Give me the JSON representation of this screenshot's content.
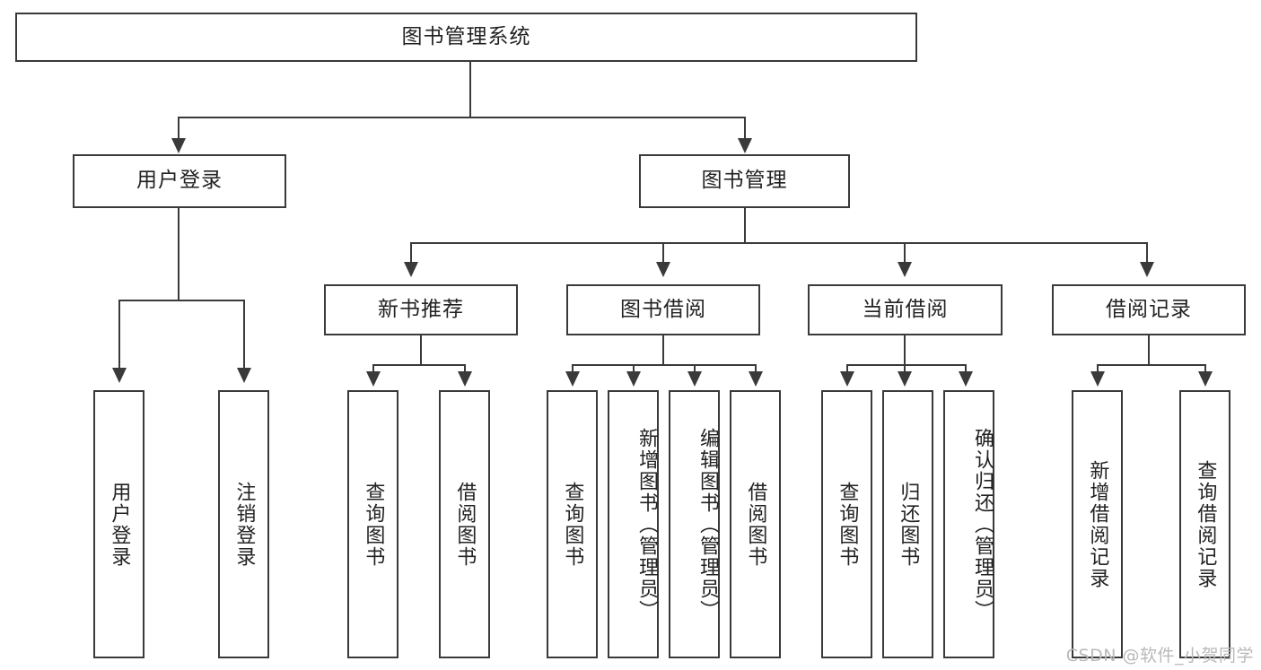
{
  "diagram": {
    "title": "图书管理系统",
    "type": "hierarchy-tree",
    "watermark": "CSDN @软件_小贺同学",
    "colors": {
      "stroke": "#3a3a3a",
      "fill": "#ffffff",
      "text": "#222222",
      "watermark": "#b9b9b9"
    },
    "levels": {
      "root": {
        "label": "图书管理系统"
      },
      "level2": [
        {
          "label": "用户登录"
        },
        {
          "label": "图书管理"
        }
      ],
      "level3": [
        {
          "label": "新书推荐"
        },
        {
          "label": "图书借阅"
        },
        {
          "label": "当前借阅"
        },
        {
          "label": "借阅记录"
        }
      ],
      "leaves": {
        "user_login": [
          {
            "label": "用户登录"
          },
          {
            "label": "注销登录"
          }
        ],
        "new_book_recommend": [
          {
            "label": "查询图书"
          },
          {
            "label": "借阅图书"
          }
        ],
        "book_borrow": [
          {
            "label": "查询图书"
          },
          {
            "label": "新增图书（管理员）"
          },
          {
            "label": "编辑图书（管理员）"
          },
          {
            "label": "借阅图书"
          }
        ],
        "current_borrow": [
          {
            "label": "查询图书"
          },
          {
            "label": "归还图书"
          },
          {
            "label": "确认归还（管理员）"
          }
        ],
        "borrow_record": [
          {
            "label": "新增借阅记录"
          },
          {
            "label": "查询借阅记录"
          }
        ]
      }
    }
  }
}
